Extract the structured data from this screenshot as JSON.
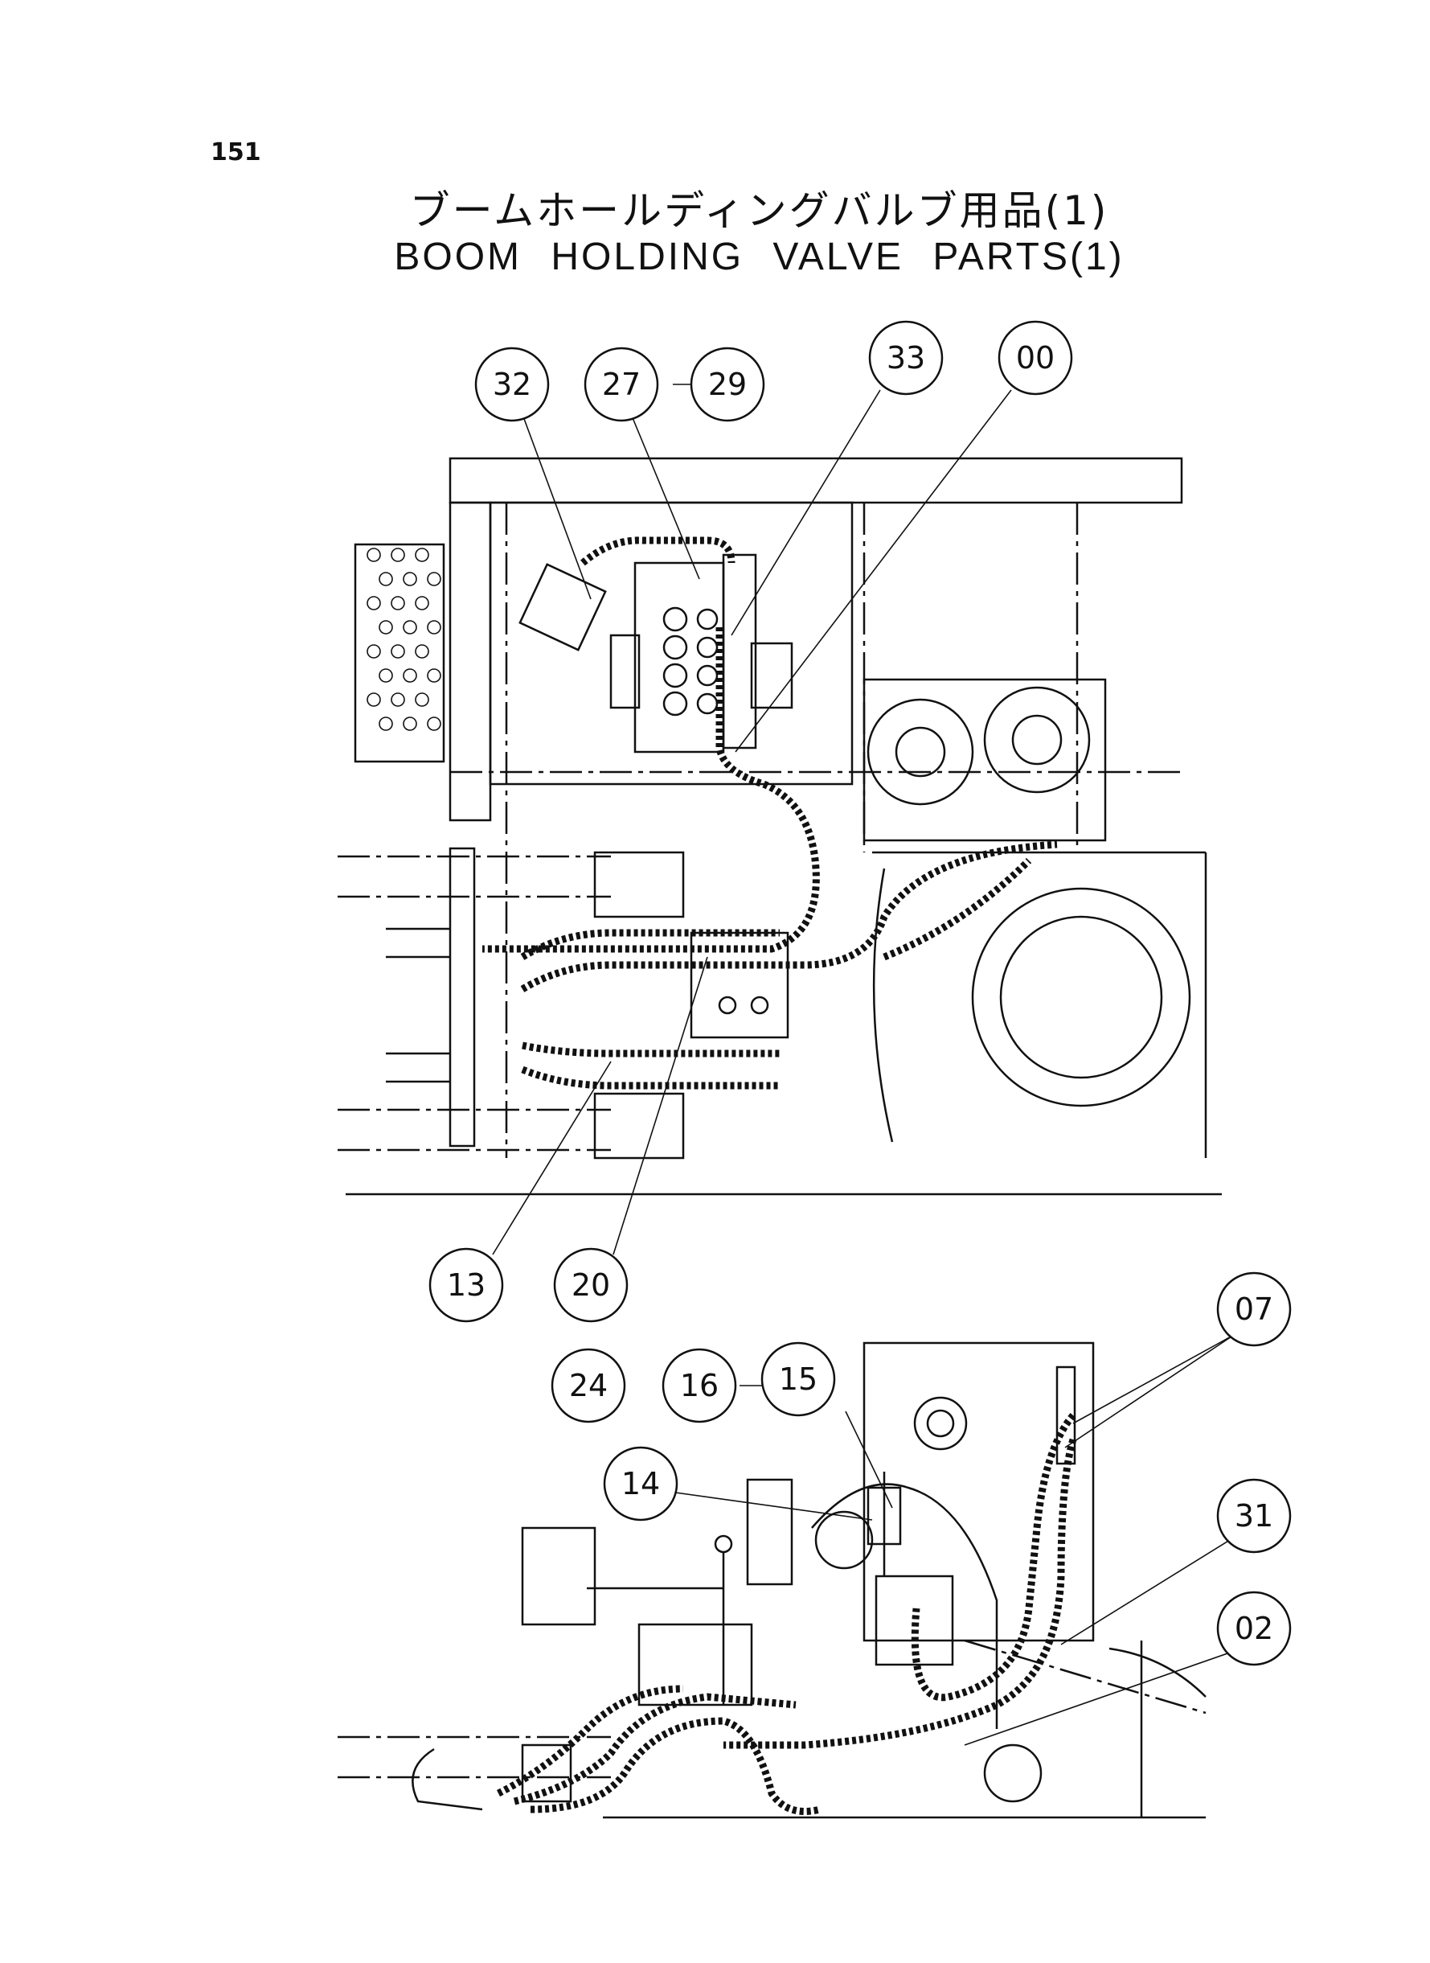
{
  "page_number": "151",
  "title_jp": "ブームホールディングバルブ用品(1)",
  "title_en": "BOOM HOLDING VALVE PARTS(1)",
  "callouts": {
    "c32": "32",
    "c27": "27",
    "c29": "29",
    "c33": "33",
    "c00": "00",
    "c13": "13",
    "c20": "20",
    "c07": "07",
    "c24": "24",
    "c16": "16",
    "c15": "15",
    "c14": "14",
    "c31": "31",
    "c02": "02"
  }
}
